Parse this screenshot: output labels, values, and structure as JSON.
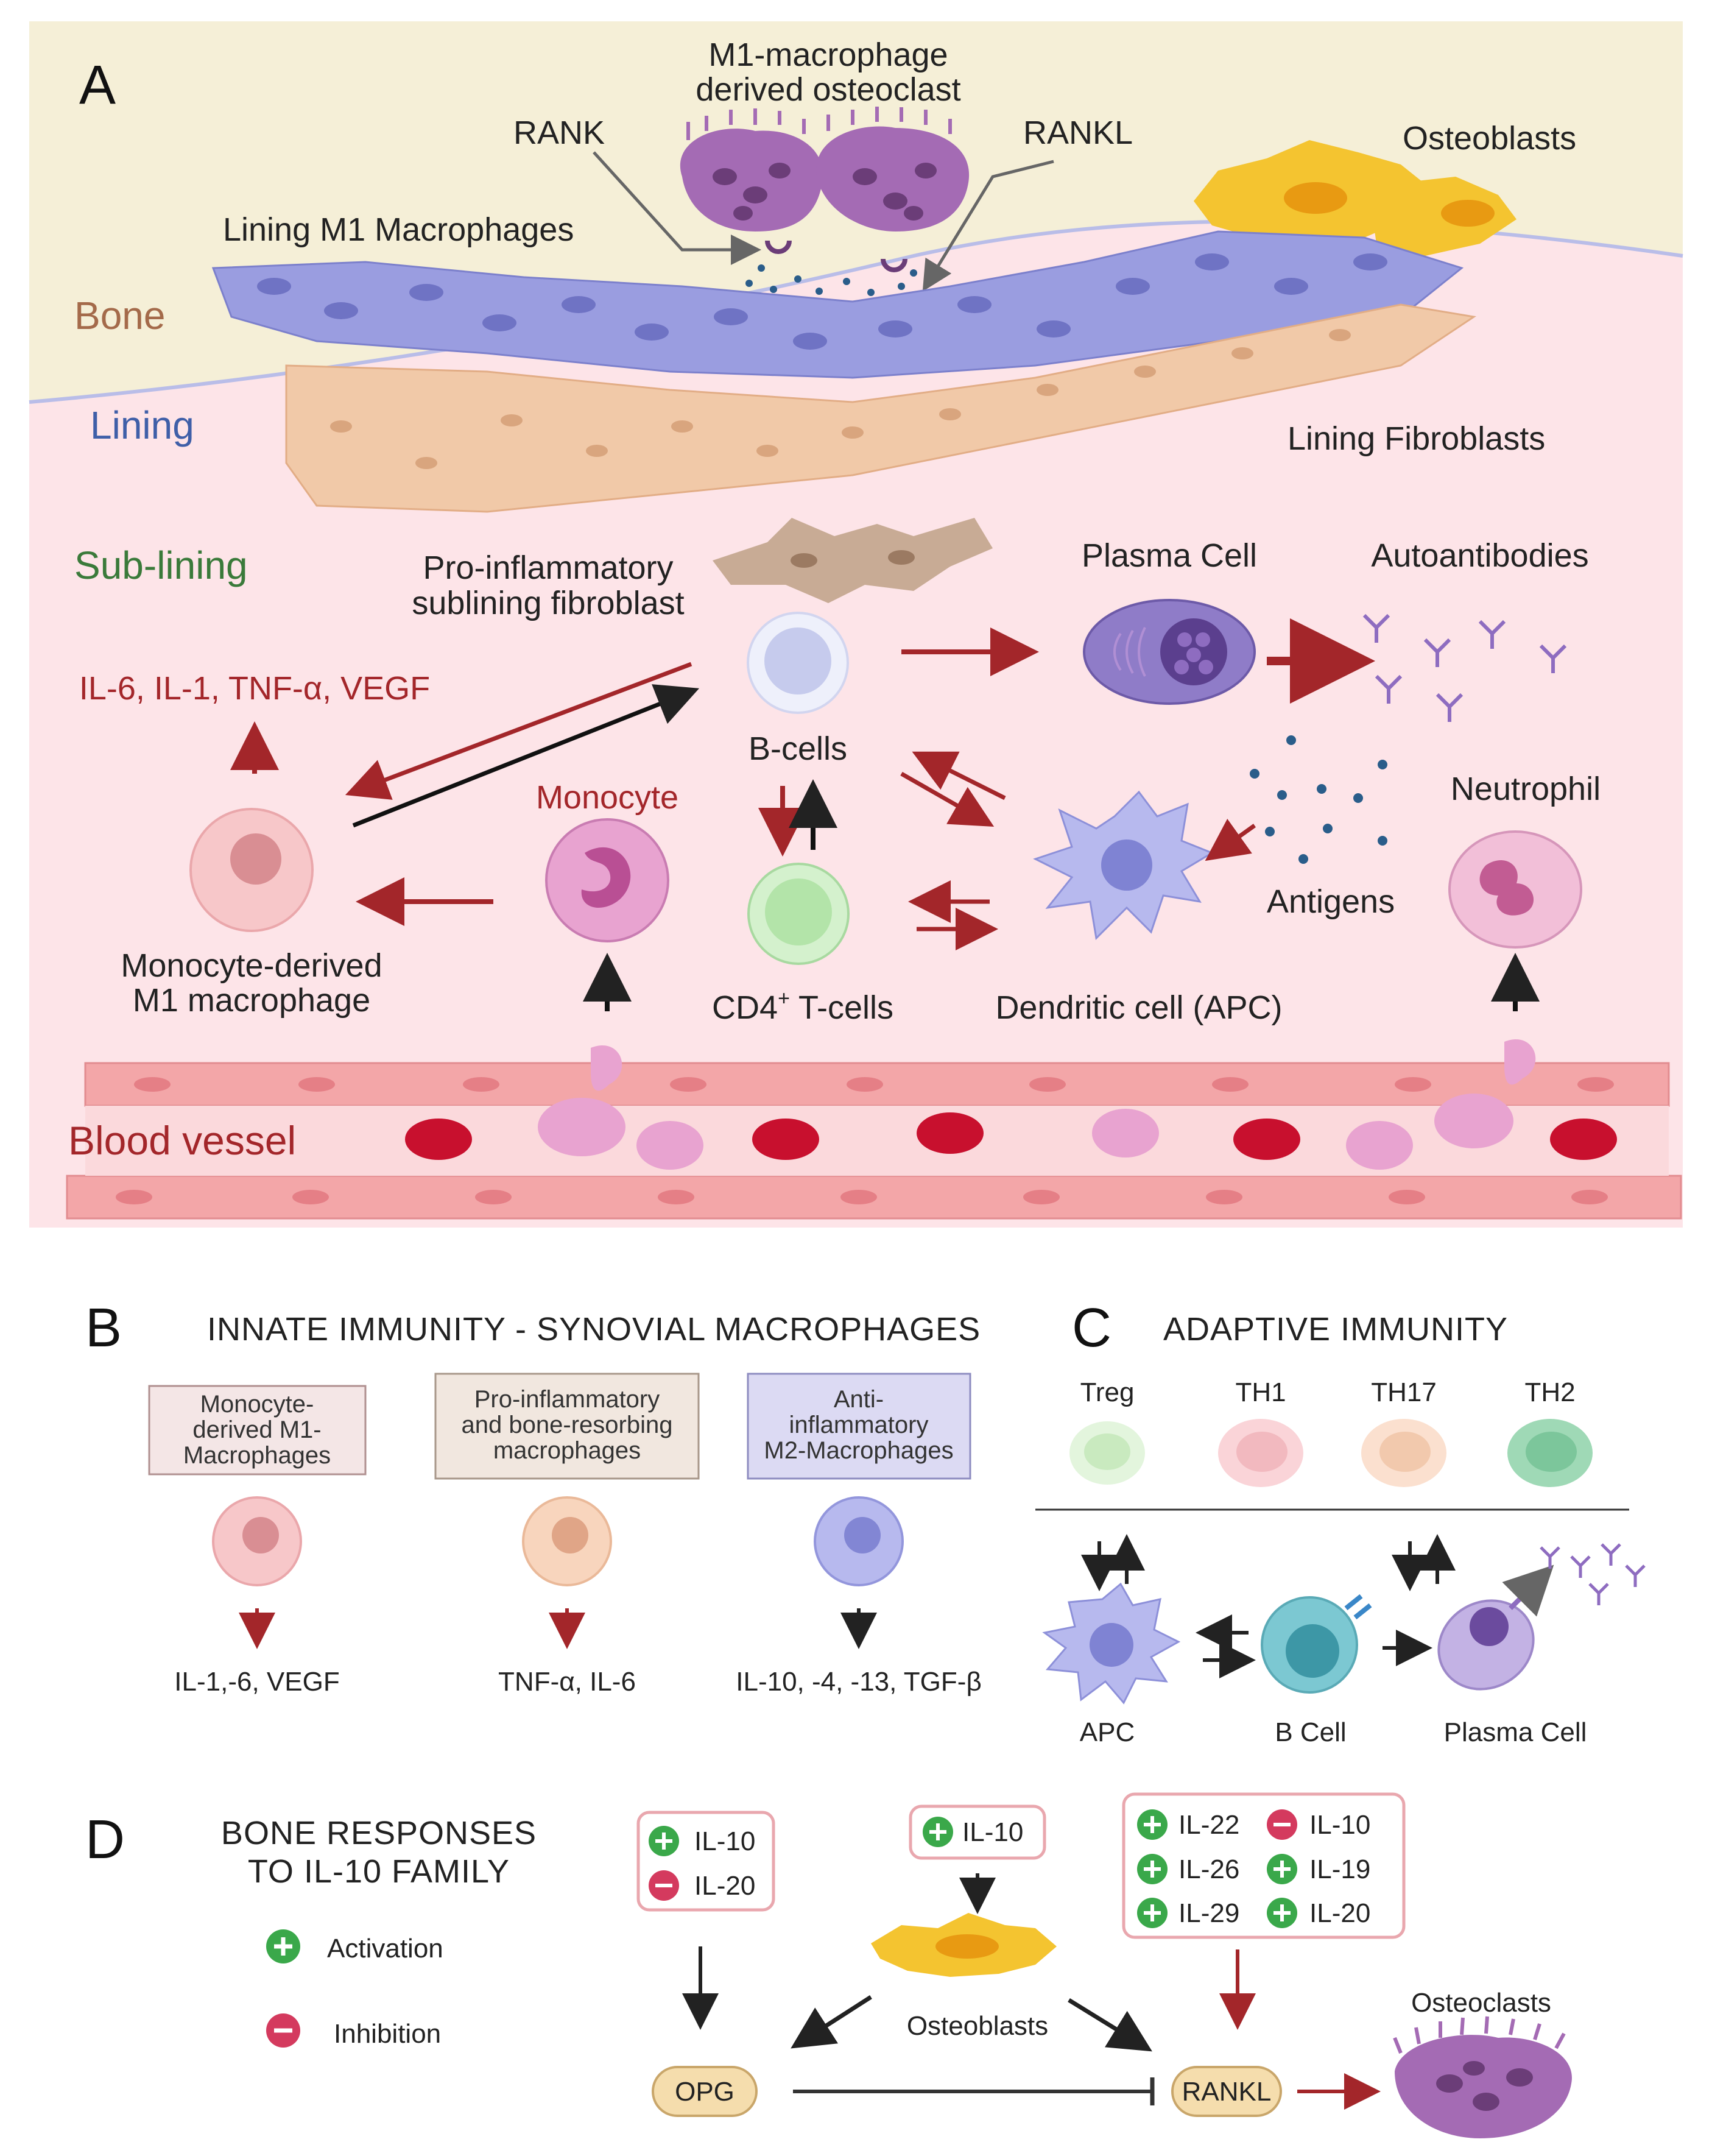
{
  "panels": {
    "a": "A",
    "b": "B",
    "c": "C",
    "d": "D"
  },
  "panel_a": {
    "zones": {
      "bone": "Bone",
      "lining": "Lining",
      "sublining": "Sub-lining",
      "blood_vessel": "Blood vessel"
    },
    "osteoclast_label": [
      "M1-macrophage",
      "derived osteoclast"
    ],
    "rank": "RANK",
    "rankl": "RANKL",
    "osteoblasts": "Osteoblasts",
    "lining_macrophages": "Lining M1 Macrophages",
    "lining_fibroblasts": "Lining Fibroblasts",
    "sublining_fibroblast": [
      "Pro-inflammatory",
      "sublining fibroblast"
    ],
    "plasma_cell": "Plasma Cell",
    "autoantibodies": "Autoantibodies",
    "cytokines": "IL-6, IL-1, TNF-α, VEGF",
    "b_cells": "B-cells",
    "monocyte": "Monocyte",
    "neutrophil": "Neutrophil",
    "antigens": "Antigens",
    "m1_macrophage": [
      "Monocyte-derived",
      "M1 macrophage"
    ],
    "cd4_prefix": "CD4",
    "cd4_sup": "+",
    "cd4_suffix": " T-cells",
    "dendritic": "Dendritic cell (APC)"
  },
  "panel_b": {
    "title": "INNATE IMMUNITY - SYNOVIAL MACROPHAGES",
    "boxes": [
      {
        "lines": [
          "Monocyte-",
          "derived M1-",
          "Macrophages"
        ],
        "output": "IL-1,-6, VEGF"
      },
      {
        "lines": [
          "Pro-inflammatory",
          "and bone-resorbing",
          "macrophages"
        ],
        "output": "TNF-α, IL-6"
      },
      {
        "lines": [
          "Anti-",
          "inflammatory",
          "M2-Macrophages"
        ],
        "output": "IL-10, -4, -13, TGF-β"
      }
    ]
  },
  "panel_c": {
    "title": "ADAPTIVE IMMUNITY",
    "t_cells": [
      "Treg",
      "TH1",
      "TH17",
      "TH2"
    ],
    "apc": "APC",
    "b_cell": "B Cell",
    "plasma_cell": "Plasma Cell"
  },
  "panel_d": {
    "title": [
      "BONE RESPONSES",
      "TO IL-10 FAMILY"
    ],
    "legend_activation": "Activation",
    "legend_inhibition": "Inhibition",
    "box1": [
      "IL-10",
      "IL-20"
    ],
    "box2": "IL-10",
    "box3": [
      "IL-22",
      "IL-10",
      "IL-26",
      "IL-19",
      "IL-29",
      "IL-20"
    ],
    "osteoblasts": "Osteoblasts",
    "osteoclasts": "Osteoclasts",
    "opg": "OPG",
    "rankl": "RANKL"
  },
  "colors": {
    "bone": "#f5efd7",
    "synovium": "#fde4e8",
    "macrophage": "#9a9de0",
    "fibroblast": "#f1c9a8",
    "red_arrow": "#a3262a",
    "activation": "#3aa84a",
    "inhibition": "#d43a5e",
    "osteoclast": "#a46bb4",
    "osteoblast": "#f4c430"
  }
}
